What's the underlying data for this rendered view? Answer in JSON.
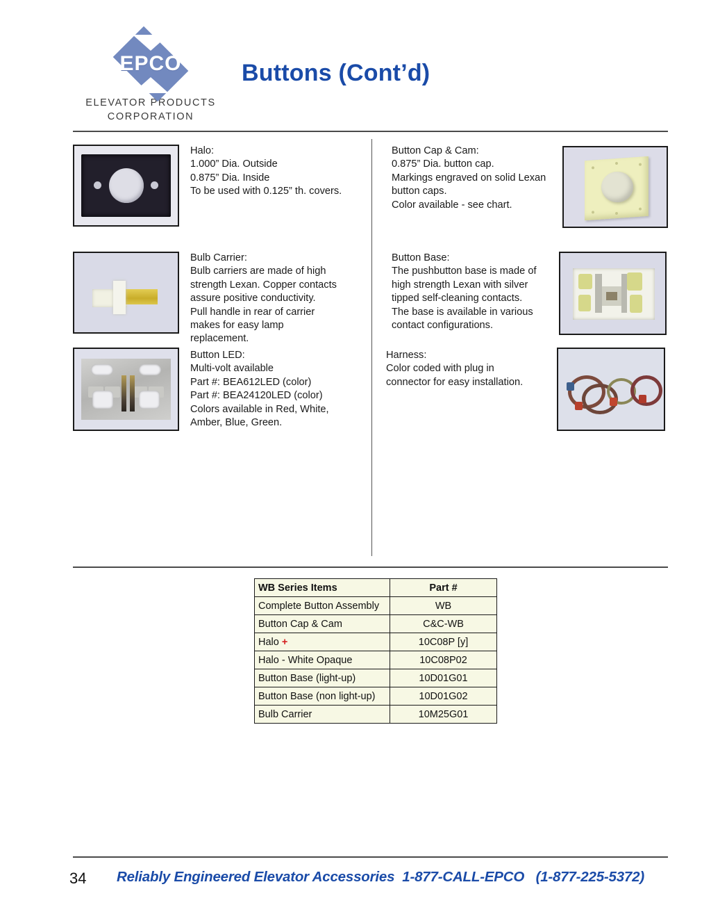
{
  "header": {
    "logo": {
      "wordmark": "EPCO",
      "line1": "ELEVATOR PRODUCTS",
      "line2": "CORPORATION",
      "diamond_color": "#7289bf"
    },
    "title": "Buttons (Cont’d)",
    "title_color": "#1a4ba8"
  },
  "specs": {
    "halo": {
      "image_caption": "halo-ring-photo",
      "text": "Halo:\n1.000”  Dia. Outside\n0.875”  Dia. Inside\nTo be used with 0.125” th. covers."
    },
    "button_cap_cam": {
      "image_caption": "button-cap-and-cam-photo",
      "text": "Button Cap & Cam:\n0.875” Dia. button cap.\nMarkings engraved on solid Lexan\nbutton caps.\nColor available - see chart."
    },
    "bulb_carrier": {
      "image_caption": "bulb-carrier-photo",
      "text": "Bulb Carrier:\nBulb carriers are made of high\nstrength Lexan. Copper contacts\nassure positive conductivity.\nPull handle in rear of carrier\nmakes for easy lamp\nreplacement."
    },
    "button_base": {
      "image_caption": "button-base-photo",
      "text": "Button Base:\nThe pushbutton base is made of\nhigh strength Lexan with silver\ntipped self-cleaning contacts.\nThe base is available in various\ncontact configurations."
    },
    "button_led": {
      "image_caption": "button-led-photo",
      "text": "Button LED:\nMulti-volt available\nPart #: BEA612LED (color)\nPart #: BEA24120LED (color)\nColors available in Red, White,\nAmber, Blue, Green."
    },
    "harness": {
      "image_caption": "wiring-harness-photo",
      "text": "Harness:\nColor coded with plug in\nconnector for easy installation."
    }
  },
  "parts_table": {
    "headers": [
      "WB Series Items",
      "Part #"
    ],
    "rows": [
      {
        "item": "Complete Button Assembly",
        "part": "WB",
        "mark": ""
      },
      {
        "item": "Button Cap & Cam",
        "part": "C&C-WB",
        "mark": ""
      },
      {
        "item": "Halo",
        "part": "10C08P [y]",
        "mark": "+"
      },
      {
        "item": "Halo - White Opaque",
        "part": "10C08P02",
        "mark": ""
      },
      {
        "item": "Button Base (light-up)",
        "part": "10D01G01",
        "mark": ""
      },
      {
        "item": "Button Base (non light-up)",
        "part": "10D01G02",
        "mark": ""
      },
      {
        "item": "Bulb Carrier",
        "part": "10M25G01",
        "mark": ""
      }
    ],
    "mark_color": "#d42020",
    "background_color": "#f7f8e4"
  },
  "footer": {
    "page_number": "34",
    "tagline": "Reliably Engineered Elevator Accessories  1-877-CALL-EPCO   (1-877-225-5372)",
    "tagline_color": "#1a4ba8"
  }
}
